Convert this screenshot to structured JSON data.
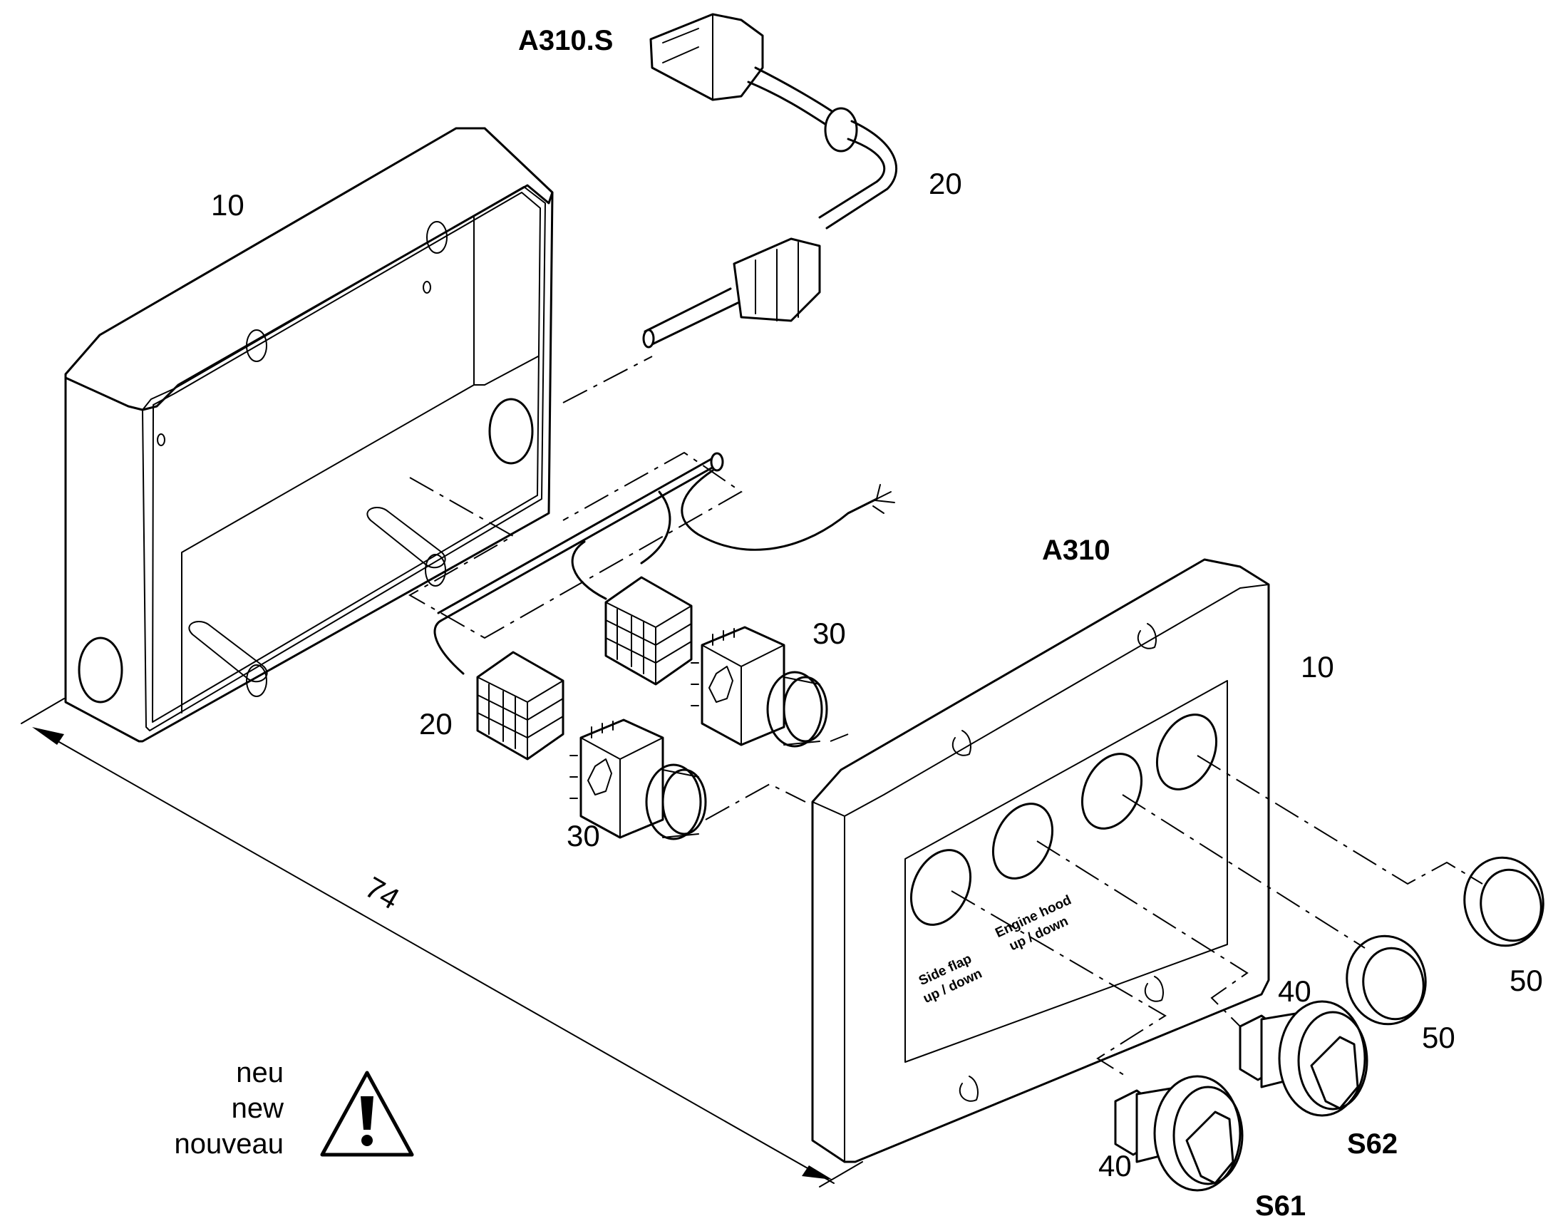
{
  "parts": {
    "housing_rear_label": "10",
    "cable_label": "20",
    "cable_connector_label": "A310.S",
    "harness_label": "20",
    "switch_block_upper_label": "30",
    "switch_block_lower_label": "30",
    "panel_assembly_label": "A310",
    "front_cover_label": "10",
    "knob_lower_label": "40",
    "knob_upper_label": "40",
    "cap_lower_label": "50",
    "cap_upper_label": "50",
    "switch_s61_label": "S61",
    "switch_s62_label": "S62"
  },
  "panel_labels": {
    "side_flap_line1": "Side flap",
    "side_flap_line2": "up / down",
    "engine_hood_line1": "Engine hood",
    "engine_hood_line2": "up / down"
  },
  "dimension": {
    "value": "74"
  },
  "notice": {
    "line1": "neu",
    "line2": "new",
    "line3": "nouveau",
    "icon": "warning-triangle-icon"
  }
}
